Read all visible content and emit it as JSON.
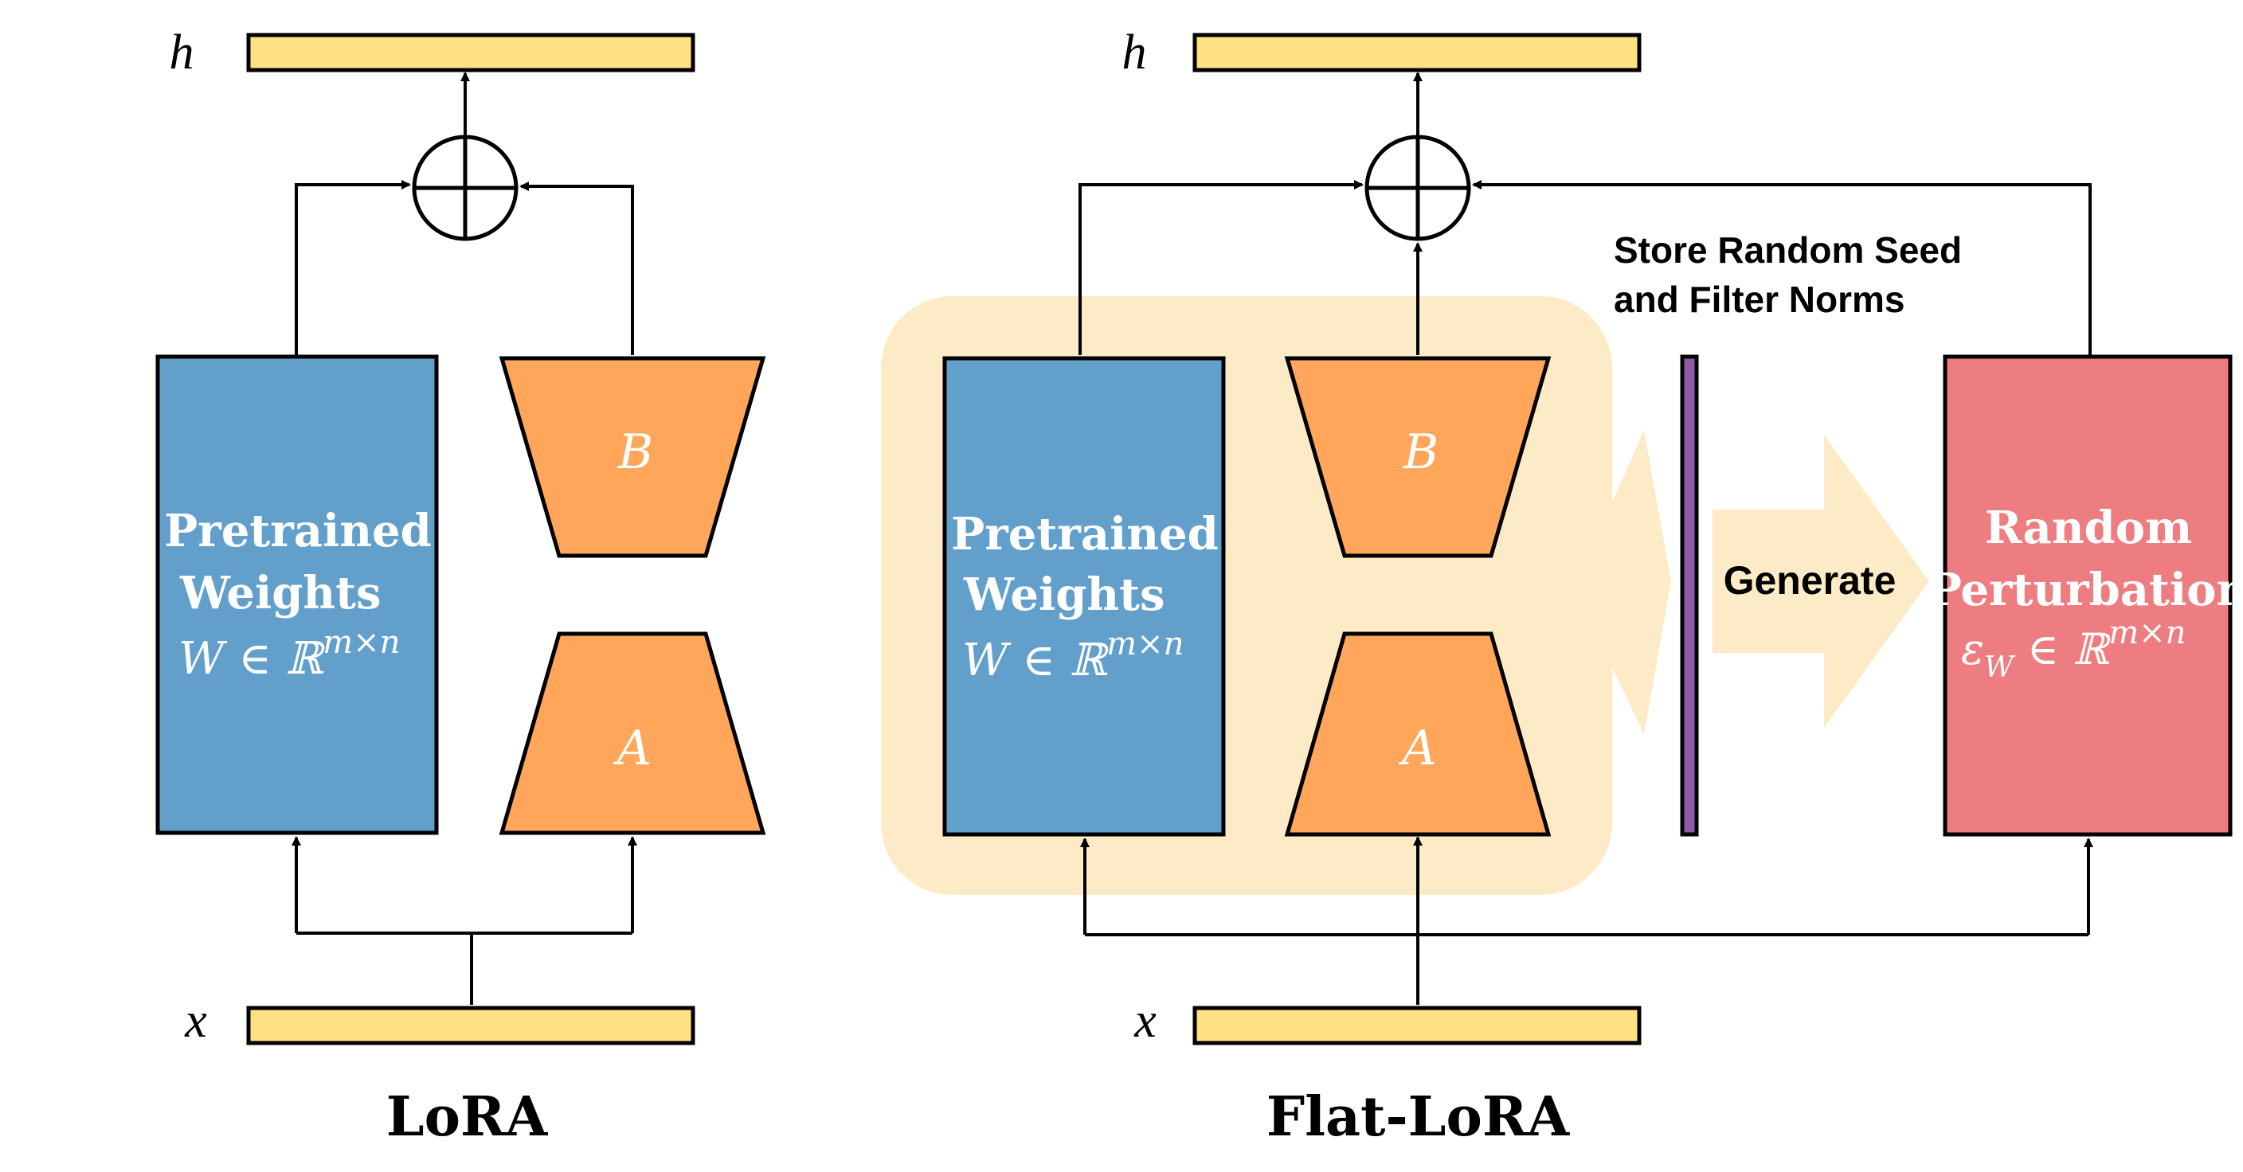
{
  "colors": {
    "vector_fill": "#FFE083",
    "pretrained_fill": "#62A0CB",
    "lora_fill": "#FFA65A",
    "perturbation_fill": "#EE7D82",
    "highlight_fill": "#FDEBC7",
    "seed_bar_fill": "#8E5BA6",
    "stroke": "#000000"
  },
  "lora": {
    "title": "LoRA",
    "output_label": "h",
    "input_label": "x",
    "pretrained_line1": "Pretrained",
    "pretrained_line2": "Weights",
    "pretrained_math": "W ∈ ℝ",
    "pretrained_sup": "m×n",
    "b_label": "B",
    "a_label": "A"
  },
  "flat_lora": {
    "title": "Flat-LoRA",
    "output_label": "h",
    "input_label": "x",
    "pretrained_line1": "Pretrained",
    "pretrained_line2": "Weights",
    "pretrained_math": "W ∈ ℝ",
    "pretrained_sup": "m×n",
    "b_label": "B",
    "a_label": "A",
    "store_line1": "Store Random Seed",
    "store_line2": "and Filter Norms",
    "generate_label": "Generate",
    "perturb_line1": "Random",
    "perturb_line2": "Perturbation",
    "perturb_math_eps": "ε",
    "perturb_math_sub": "W",
    "perturb_math_rest": " ∈ ℝ",
    "perturb_sup": "m×n"
  }
}
